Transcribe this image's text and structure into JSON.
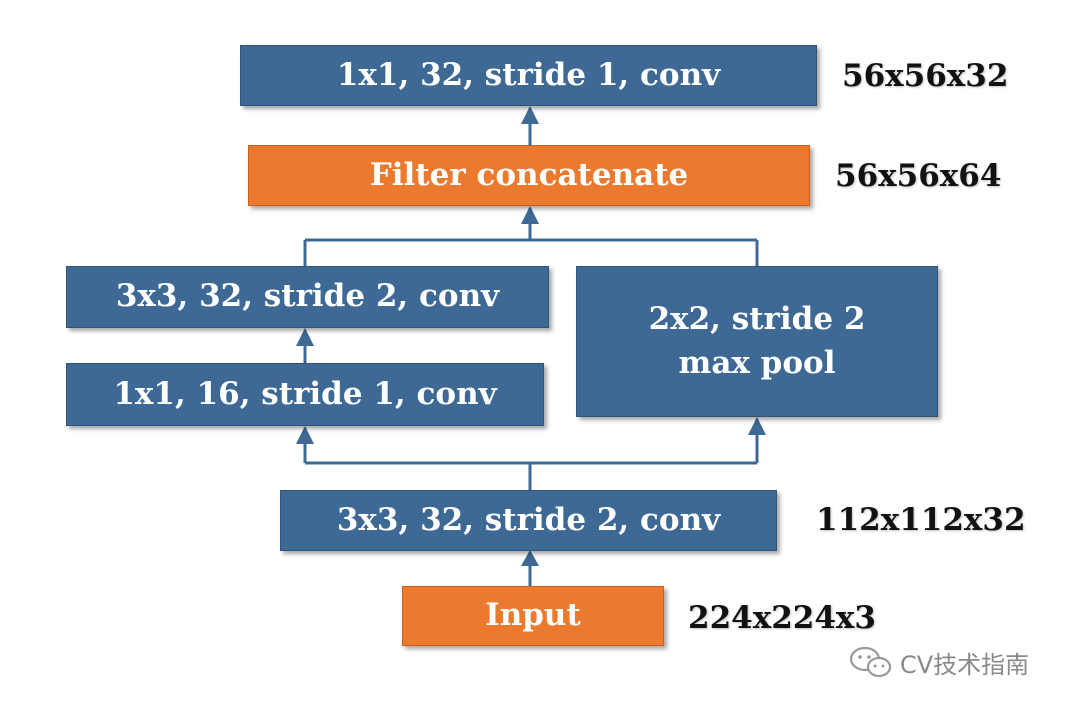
{
  "colors": {
    "conv_block": "#3d6994",
    "highlight_block": "#ec7a2e",
    "connector": "#3d6994"
  },
  "blocks": {
    "top_conv": "1x1, 32, stride 1, conv",
    "concat": "Filter concatenate",
    "left_conv_3x3": "3x3, 32, stride 2, conv",
    "left_conv_1x1": "1x1, 16, stride 1, conv",
    "max_pool_line1": "2x2, stride 2",
    "max_pool_line2": "max pool",
    "stem_conv": "3x3, 32, stride 2, conv",
    "input": "Input"
  },
  "dimensions": {
    "top_conv": "56x56x32",
    "concat": "56x56x64",
    "stem_conv": "112x112x32",
    "input": "224x224x3"
  },
  "watermark": {
    "icon": "wechat-icon",
    "text": "CV技术指南"
  }
}
